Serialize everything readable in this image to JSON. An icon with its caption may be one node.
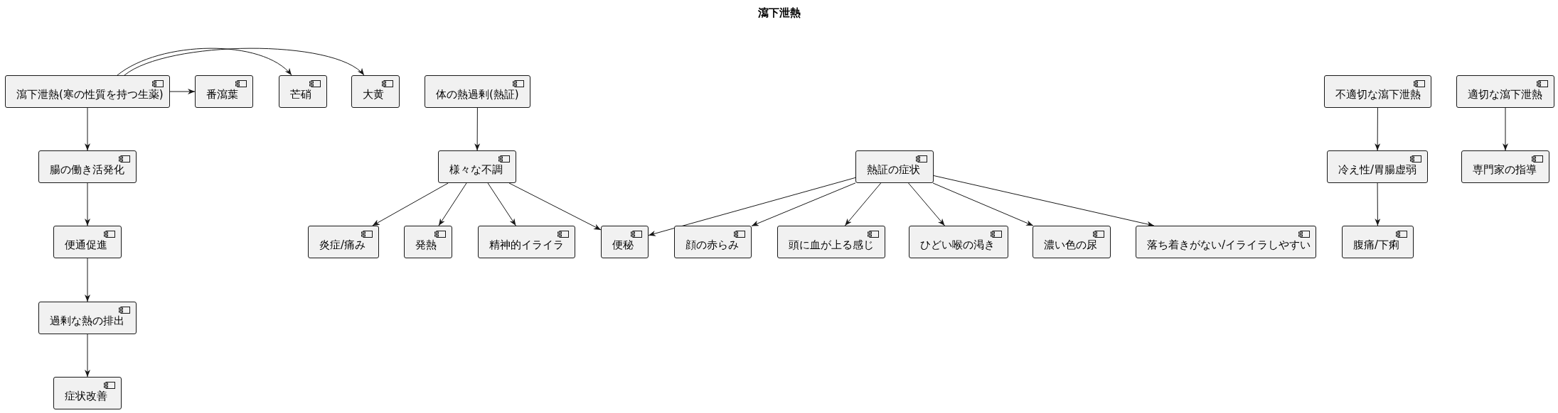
{
  "diagram": {
    "title": "瀉下泄熱",
    "nodes": [
      {
        "text": [
          "瀉下泄熱(寒の性質を持つ生薬)"
        ]
      },
      {
        "text": [
          "番瀉葉"
        ]
      },
      {
        "text": [
          "芒硝"
        ]
      },
      {
        "text": [
          "大黄"
        ]
      },
      {
        "text": [
          "体の熱過剰(熱証)"
        ]
      },
      {
        "text": [
          "不適切な瀉下泄熱"
        ]
      },
      {
        "text": [
          "適切な瀉下泄熱"
        ]
      },
      {
        "text": [
          "腸の働き活発化"
        ]
      },
      {
        "text": [
          "様々な不調"
        ]
      },
      {
        "text": [
          "熱証の症状"
        ]
      },
      {
        "text": [
          "冷え性/胃腸虚弱"
        ]
      },
      {
        "text": [
          "専門家の指導"
        ]
      },
      {
        "text": [
          "便通促進"
        ]
      },
      {
        "text": [
          "炎症/痛み"
        ]
      },
      {
        "text": [
          "発熱"
        ]
      },
      {
        "text": [
          "精神的イライラ"
        ]
      },
      {
        "text": [
          "便秘"
        ]
      },
      {
        "text": [
          "顔の赤らみ"
        ]
      },
      {
        "text": [
          "頭に血が上る感じ"
        ]
      },
      {
        "text": [
          "ひどい喉の渇き"
        ]
      },
      {
        "text": [
          "濃い色の尿"
        ]
      },
      {
        "text": [
          "落ち着きがない/イライラしやすい"
        ]
      },
      {
        "text": [
          "腹痛/下痢"
        ]
      },
      {
        "text": [
          "過剰な熱の排出"
        ]
      },
      {
        "text": [
          "症状改善"
        ]
      }
    ],
    "edges": [
      {
        "from": 0,
        "to": 1,
        "arrow": "to"
      },
      {
        "from": 0,
        "to": 2,
        "arrow": "to"
      },
      {
        "from": 0,
        "to": 3,
        "arrow": "to"
      },
      {
        "from": 0,
        "to": 7,
        "arrow": "to"
      },
      {
        "from": 7,
        "to": 12,
        "arrow": "to"
      },
      {
        "from": 12,
        "to": 23,
        "arrow": "to"
      },
      {
        "from": 23,
        "to": 24,
        "arrow": "to"
      },
      {
        "from": 4,
        "to": 8,
        "arrow": "to"
      },
      {
        "from": 8,
        "to": 13,
        "arrow": "to"
      },
      {
        "from": 8,
        "to": 14,
        "arrow": "to"
      },
      {
        "from": 8,
        "to": 15,
        "arrow": "to"
      },
      {
        "from": 8,
        "to": 16,
        "arrow": "to"
      },
      {
        "from": 9,
        "to": 16,
        "arrow": "to"
      },
      {
        "from": 9,
        "to": 17,
        "arrow": "to"
      },
      {
        "from": 9,
        "to": 18,
        "arrow": "to"
      },
      {
        "from": 9,
        "to": 19,
        "arrow": "to"
      },
      {
        "from": 9,
        "to": 20,
        "arrow": "to"
      },
      {
        "from": 9,
        "to": 21,
        "arrow": "to"
      },
      {
        "from": 5,
        "to": 10,
        "arrow": "to"
      },
      {
        "from": 10,
        "to": 22,
        "arrow": "to"
      },
      {
        "from": 6,
        "to": 11,
        "arrow": "to"
      }
    ]
  }
}
